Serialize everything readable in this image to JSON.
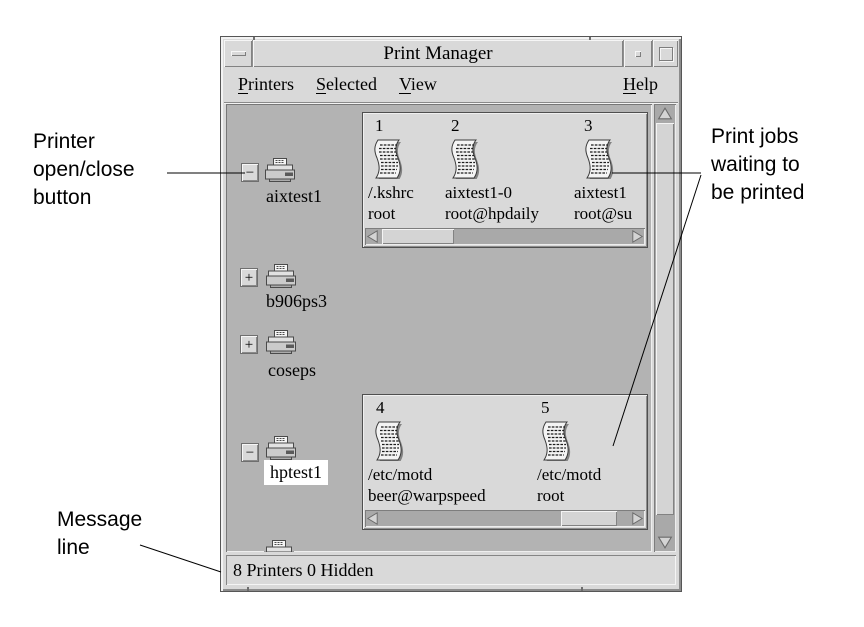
{
  "callouts": {
    "printer_toggle": "Printer\nopen/close\nbutton",
    "print_jobs": "Print jobs\nwaiting to\nbe printed",
    "message_line": "Message\nline"
  },
  "window": {
    "title": "Print Manager",
    "menubar": {
      "items": [
        {
          "mnemonic": "P",
          "rest": "rinters"
        },
        {
          "mnemonic": "S",
          "rest": "elected"
        },
        {
          "mnemonic": "V",
          "rest": "iew"
        }
      ],
      "help": {
        "mnemonic": "H",
        "rest": "elp"
      }
    },
    "canvas": {
      "printers": [
        {
          "name": "aixtest1",
          "toggle": "−",
          "selected": false
        },
        {
          "name": "b906ps3",
          "toggle": "+",
          "selected": false
        },
        {
          "name": "coseps",
          "toggle": "+",
          "selected": false
        },
        {
          "name": "hptest1",
          "toggle": "−",
          "selected": true
        }
      ],
      "queues": [
        {
          "printer": "aixtest1",
          "jobs": [
            {
              "number": "1",
              "file": "/.kshrc",
              "owner": "root"
            },
            {
              "number": "2",
              "file": "aixtest1-0",
              "owner": "root@hpdaily"
            },
            {
              "number": "3",
              "file": "aixtest1",
              "owner": "root@su"
            }
          ]
        },
        {
          "printer": "hptest1",
          "jobs": [
            {
              "number": "4",
              "file": "/etc/motd",
              "owner": "beer@warpspeed"
            },
            {
              "number": "5",
              "file": "/etc/motd",
              "owner": "root"
            }
          ]
        }
      ]
    },
    "status": "8 Printers 0 Hidden"
  },
  "colors": {
    "window_chrome": "#d9d9d9",
    "canvas_background": "#b3b3b3",
    "scroll_trough": "#a9a9a9",
    "selection_highlight": "#ffffff",
    "text": "#000000"
  }
}
